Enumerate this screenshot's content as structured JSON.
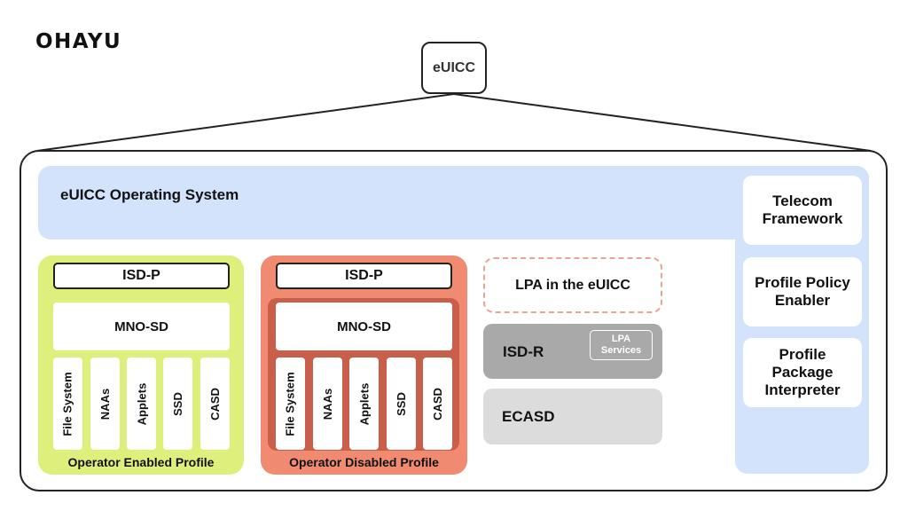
{
  "brand": "OHAYU",
  "root_node": "eUICC",
  "os": {
    "title": "eUICC Operating System",
    "side_items": [
      "Telecom Framework",
      "Profile Policy Enabler",
      "Profile Package Interpreter"
    ]
  },
  "profiles": [
    {
      "label": "Operator Enabled Profile",
      "isd_p": "ISD-P",
      "mno_sd": "MNO-SD",
      "components": [
        "File System",
        "NAAs",
        "Applets",
        "SSD",
        "CASD"
      ],
      "color": "#dfef7b"
    },
    {
      "label": "Operator Disabled Profile",
      "isd_p": "ISD-P",
      "mno_sd": "MNO-SD",
      "components": [
        "File System",
        "NAAs",
        "Applets",
        "SSD",
        "CASD"
      ],
      "color": "#f08a70"
    }
  ],
  "lpa": "LPA in the eUICC",
  "isd_r": {
    "label": "ISD-R",
    "badge_line1": "LPA",
    "badge_line2": "Services"
  },
  "ecasd": "ECASD",
  "colors": {
    "os_band": "#d3e3fb",
    "enabled_profile": "#dfef7b",
    "disabled_profile": "#f08a70",
    "disabled_inner": "#c95e4b",
    "isd_r": "#a9a9a9",
    "ecasd": "#dcdcdc",
    "lpa_border": "#e9a591"
  }
}
